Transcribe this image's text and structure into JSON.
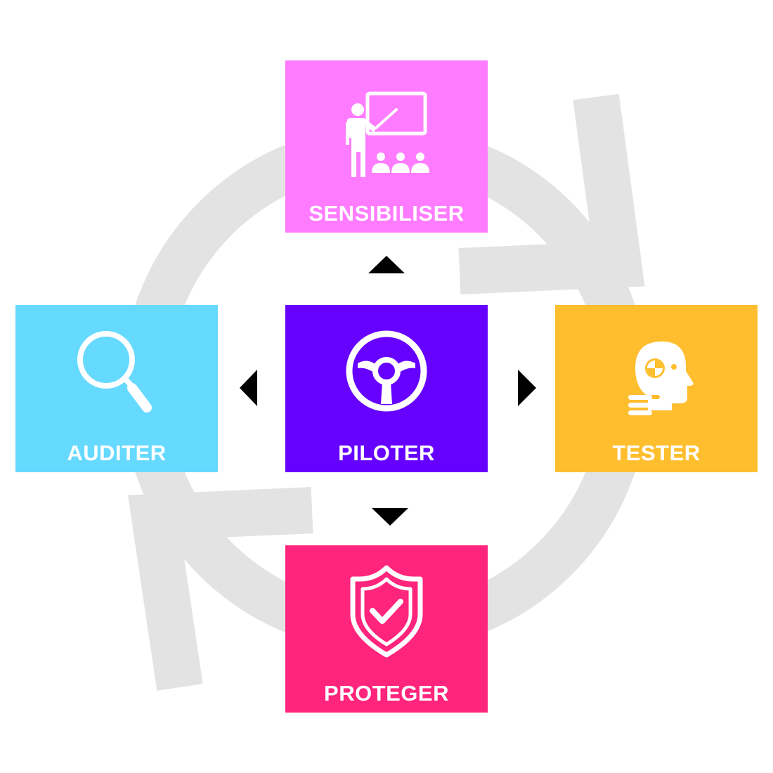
{
  "diagram": {
    "cycle_color": "#e3e3e3",
    "pointer_color": "#000000",
    "nodes": {
      "sensibiliser": {
        "label": "SENSIBILISER",
        "icon": "teacher-presentation-icon",
        "color": "#ff7bff"
      },
      "auditer": {
        "label": "AUDITER",
        "icon": "magnifying-glass-icon",
        "color": "#66d9ff"
      },
      "piloter": {
        "label": "PILOTER",
        "icon": "steering-wheel-icon",
        "color": "#6600ff"
      },
      "tester": {
        "label": "TESTER",
        "icon": "crash-test-dummy-head-icon",
        "color": "#ffbe2e"
      },
      "proteger": {
        "label": "PROTEGER",
        "icon": "shield-check-icon",
        "color": "#ff247c"
      }
    }
  }
}
